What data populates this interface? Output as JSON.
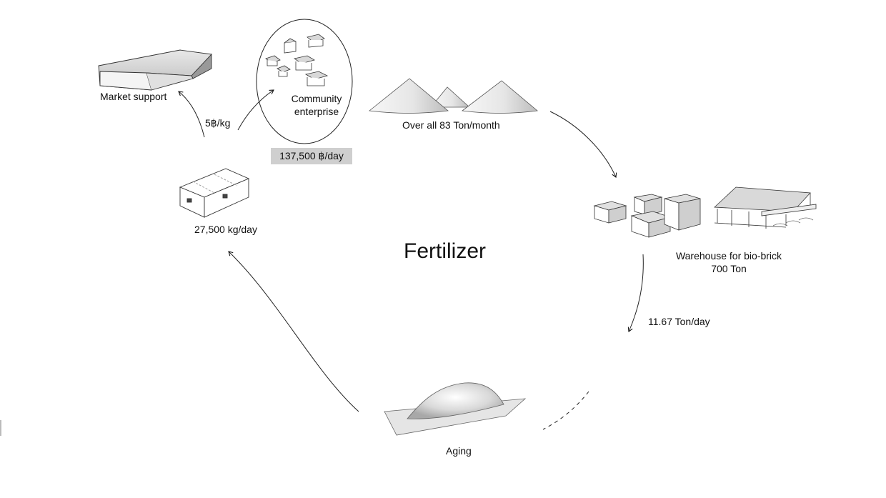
{
  "diagram": {
    "title": "Fertilizer",
    "nodes": {
      "market_support": "Market support",
      "community_enterprise": [
        "Community",
        "enterprise"
      ],
      "production": "Over all 83 Ton/month",
      "warehouse": [
        "Warehouse for bio-brick",
        "700 Ton"
      ],
      "aging": "Aging",
      "packaged_output": "27,500 kg/day"
    },
    "flows": {
      "price": "5฿/kg",
      "revenue": "137,500 ฿/day",
      "daily_rate": "11.67 Ton/day"
    }
  }
}
